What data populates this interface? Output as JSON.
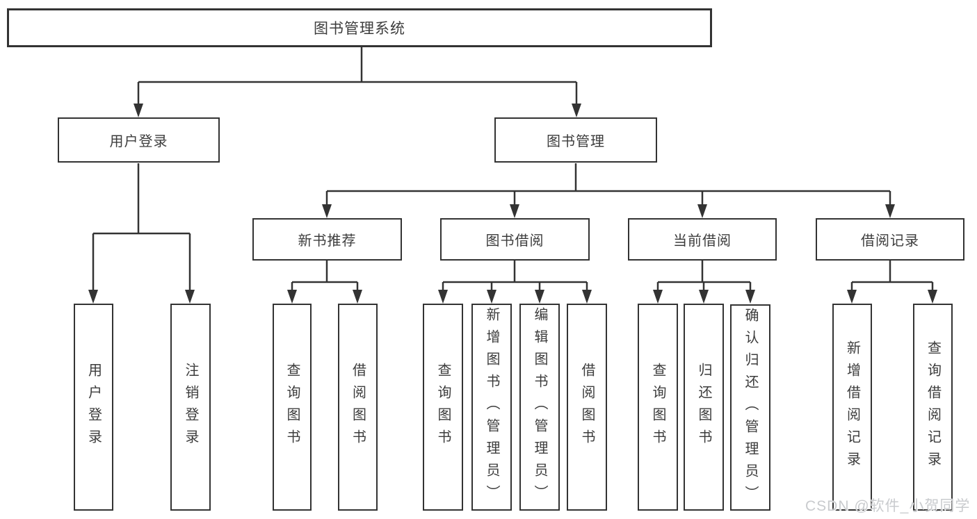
{
  "diagram": {
    "tree": {
      "label": "图书管理系统",
      "children": [
        {
          "label": "用户登录",
          "children": [
            {
              "label": "用户登录"
            },
            {
              "label": "注销登录"
            }
          ]
        },
        {
          "label": "图书管理",
          "children": [
            {
              "label": "新书推荐",
              "children": [
                {
                  "label": "查询图书"
                },
                {
                  "label": "借阅图书"
                }
              ]
            },
            {
              "label": "图书借阅",
              "children": [
                {
                  "label": "查询图书"
                },
                {
                  "label": "新增图书（管理员）"
                },
                {
                  "label": "编辑图书（管理员）"
                },
                {
                  "label": "借阅图书"
                }
              ]
            },
            {
              "label": "当前借阅",
              "children": [
                {
                  "label": "查询图书"
                },
                {
                  "label": "归还图书"
                },
                {
                  "label": "确认归还（管理员）"
                }
              ]
            },
            {
              "label": "借阅记录",
              "children": [
                {
                  "label": "新增借阅记录"
                },
                {
                  "label": "查询借阅记录"
                }
              ]
            }
          ]
        }
      ]
    },
    "colors": {
      "line": "#333333",
      "box_border": "#333333",
      "text": "#3c3c3c",
      "background": "#ffffff",
      "watermark": "#c6c8cb"
    }
  },
  "watermark": {
    "text": "CSDN @软件_小贺同学"
  }
}
